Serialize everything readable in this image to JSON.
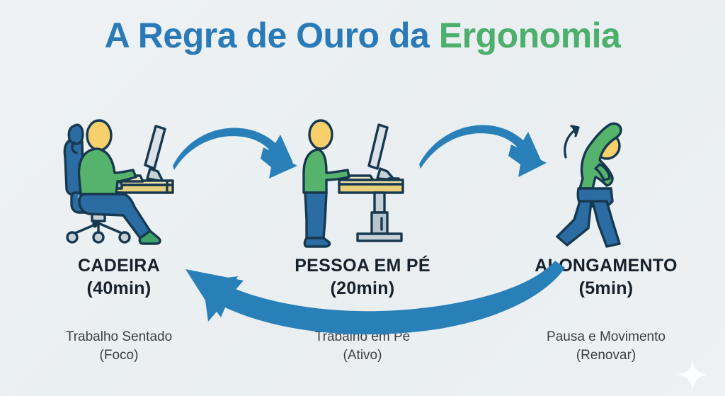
{
  "background_color": "#edf1f3",
  "title": {
    "part_blue": "A Regra de Ouro da ",
    "part_green": "Ergonomia",
    "color_blue": "#2B7AB8",
    "color_green": "#4CAF6B"
  },
  "stages": [
    {
      "id": "chair",
      "label": "CADEIRA",
      "duration": "(40min)",
      "caption_line1": "Trabalho Sentado",
      "caption_line2": "(Foco)",
      "icon": "seated-person-at-desk-icon"
    },
    {
      "id": "standing",
      "label": "PESSOA EM PÉ",
      "duration": "(20min)",
      "caption_line1": "Trabalho em Pé",
      "caption_line2": "(Ativo)",
      "icon": "standing-person-at-desk-icon"
    },
    {
      "id": "stretch",
      "label": "ALONGAMENTO",
      "duration": "(5min)",
      "caption_line1": "Pausa e Movimento",
      "caption_line2": "(Renovar)",
      "icon": "stretching-person-icon"
    }
  ],
  "arrows": [
    {
      "id": "arrow-1",
      "direction": "right",
      "icon": "curved-arrow-right-icon"
    },
    {
      "id": "arrow-2",
      "direction": "right",
      "icon": "curved-arrow-right-icon"
    },
    {
      "id": "arrow-return",
      "direction": "left",
      "icon": "curved-arrow-return-left-icon"
    }
  ],
  "decoration": {
    "sparkle": "sparkle-icon"
  },
  "palette": {
    "arrow_blue": "#2980B9",
    "outline_navy": "#17394F",
    "shirt_green": "#55B36B",
    "pants_blue": "#2B6CA3",
    "head_yellow": "#F7D06B",
    "desk_yellow": "#E8D07A",
    "metal_gray": "#B8C4CC",
    "label_dark": "#16212B",
    "caption_gray": "#3A3F45"
  }
}
